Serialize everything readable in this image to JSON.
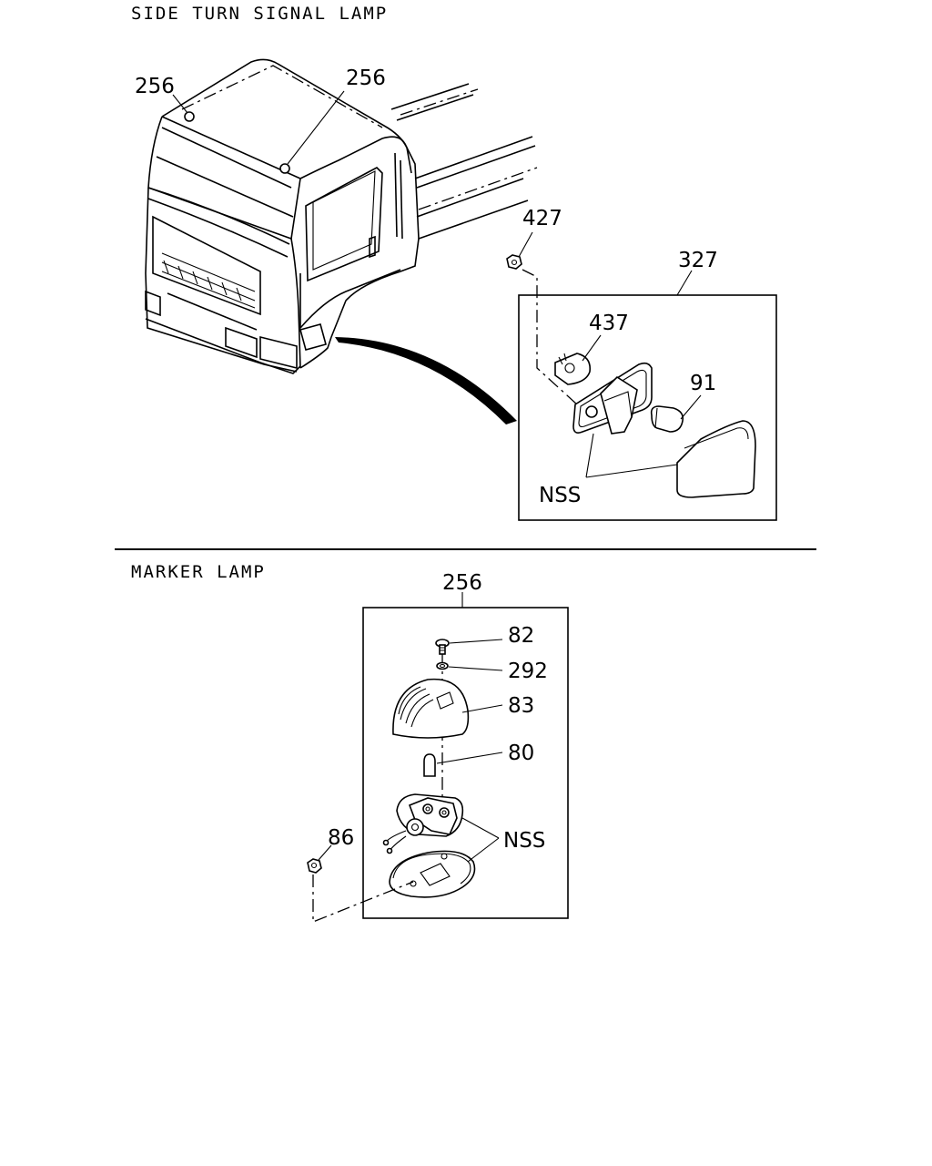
{
  "sections": {
    "top_title": "SIDE TURN SIGNAL LAMP",
    "bottom_title": "MARKER LAMP"
  },
  "callouts": {
    "cab_marker_left": "256",
    "cab_marker_right": "256",
    "nut_top": "427",
    "assembly_top": "327",
    "socket": "437",
    "bulb_top": "91",
    "nss_top": "NSS",
    "assembly_bottom": "256",
    "screw": "82",
    "washer": "292",
    "lens": "83",
    "bulb_bottom": "80",
    "nss_bottom": "NSS",
    "nut_bottom": "86"
  }
}
